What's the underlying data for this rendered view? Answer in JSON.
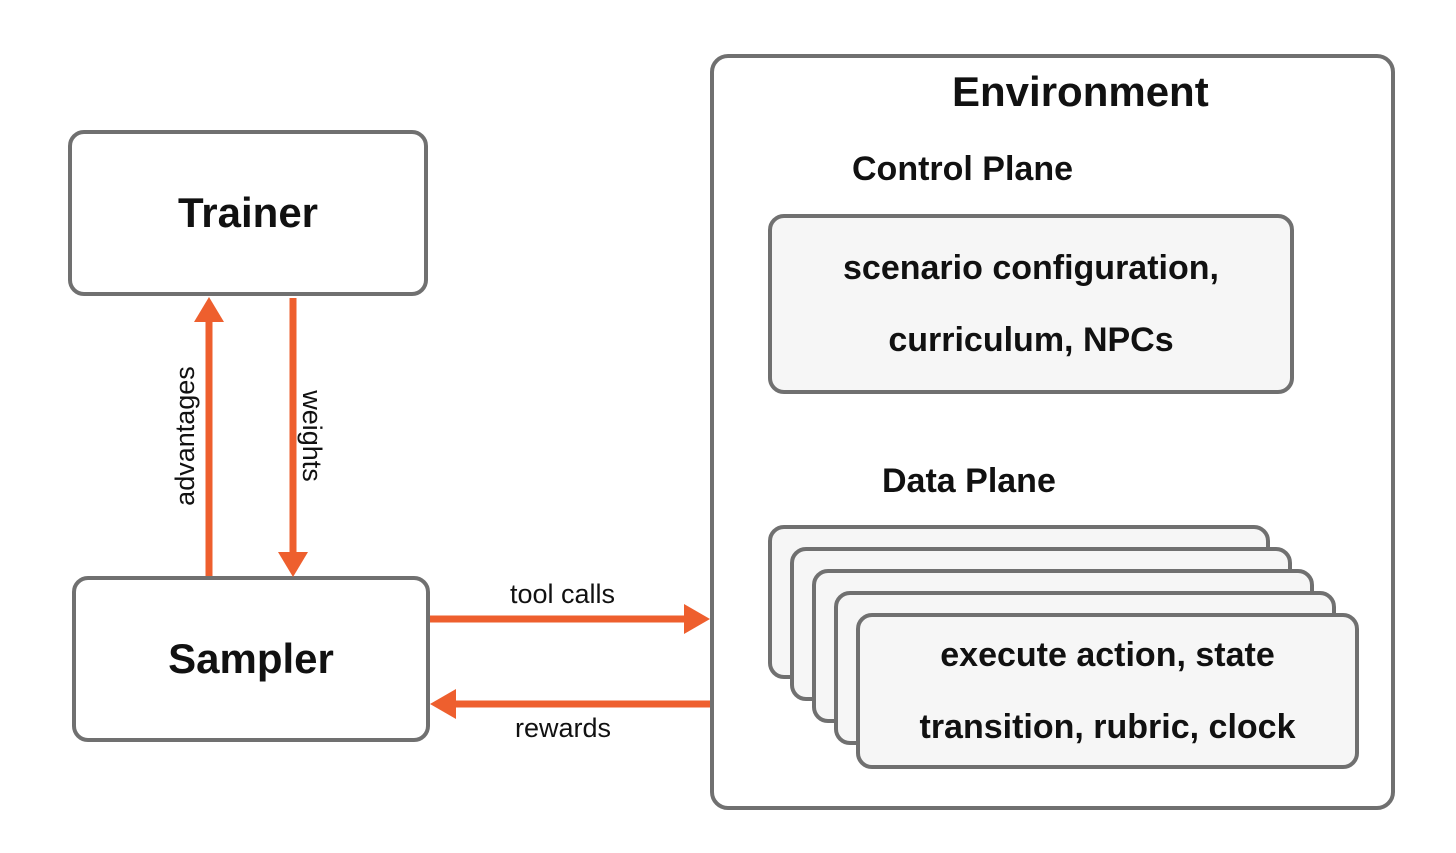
{
  "trainer": {
    "label": "Trainer"
  },
  "sampler": {
    "label": "Sampler"
  },
  "environment": {
    "title": "Environment",
    "control_plane": {
      "heading": "Control Plane",
      "line1": "scenario configuration,",
      "line2": "curriculum, NPCs"
    },
    "data_plane": {
      "heading": "Data Plane",
      "line1": "execute action, state",
      "line2": "transition, rubric, clock"
    }
  },
  "edges": {
    "advantages": "advantages",
    "weights": "weights",
    "tool_calls": "tool calls",
    "rewards": "rewards"
  },
  "colors": {
    "arrow": "#ee5f2e",
    "border": "#707070",
    "fill_gray": "#f6f6f6"
  }
}
